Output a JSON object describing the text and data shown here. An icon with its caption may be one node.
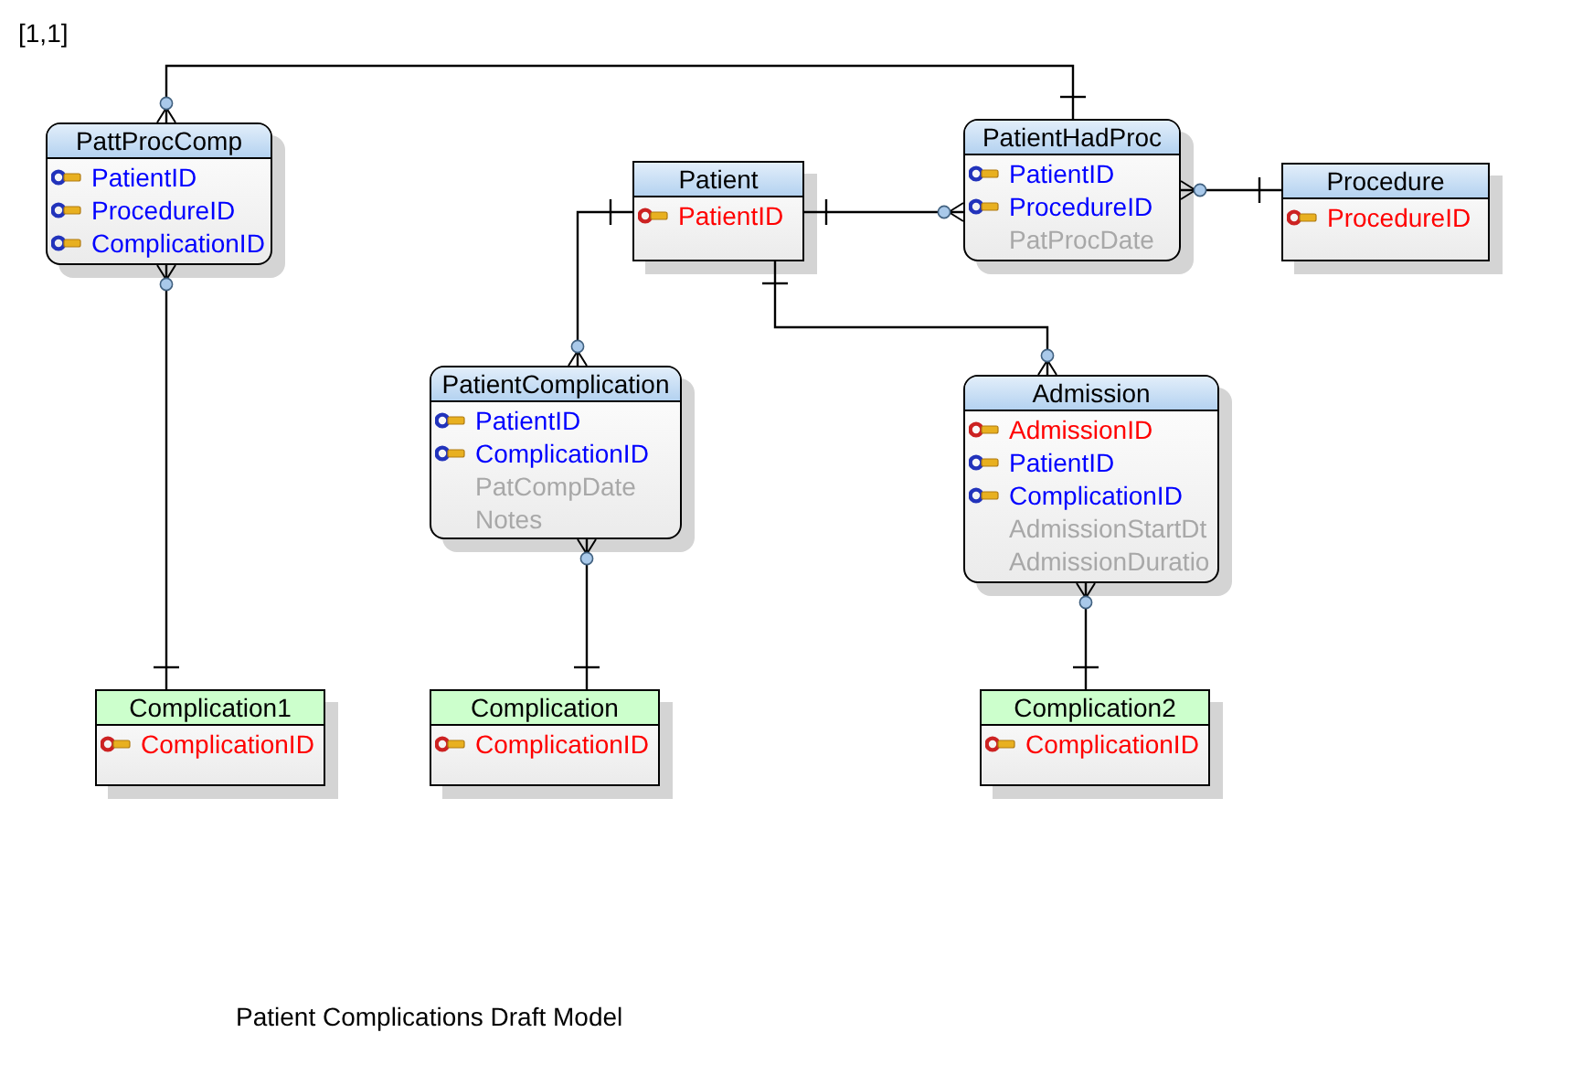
{
  "diagram": {
    "caption": "Patient Complications Draft Model",
    "nodes": [
      {
        "text": [
          "PattProcComp",
          "PatientID",
          "ProcedureID",
          "ComplicationID"
        ]
      },
      {
        "text": [
          "Patient",
          "PatientID"
        ]
      },
      {
        "text": [
          "PatientHadProc",
          "PatientID",
          "ProcedureID",
          "PatProcDate"
        ]
      },
      {
        "text": [
          "Procedure",
          "ProcedureID"
        ]
      },
      {
        "text": [
          "PatientComplication",
          "PatientID",
          "ComplicationID",
          "PatCompDate",
          "Notes"
        ]
      },
      {
        "text": [
          "Admission",
          "AdmissionID",
          "PatientID",
          "ComplicationID",
          "AdmissionStartDt",
          "AdmissionDuratio"
        ]
      },
      {
        "text": [
          "Complication1",
          "ComplicationID"
        ]
      },
      {
        "text": [
          "Complication",
          "ComplicationID"
        ]
      },
      {
        "text": [
          "Complication2",
          "ComplicationID"
        ]
      }
    ],
    "edges": [
      {
        "from": 2,
        "to": 0,
        "arrow": "other"
      },
      {
        "from": 1,
        "to": 2,
        "arrow": "other"
      },
      {
        "from": 3,
        "to": 2,
        "arrow": "other"
      },
      {
        "from": 1,
        "to": 4,
        "arrow": "other"
      },
      {
        "from": 1,
        "to": 5,
        "arrow": "other"
      },
      {
        "from": 6,
        "to": 0,
        "arrow": "other"
      },
      {
        "from": 7,
        "to": 4,
        "arrow": "other"
      },
      {
        "from": 8,
        "to": 5,
        "arrow": "other"
      }
    ],
    "labels": [
      "[1,1]"
    ]
  }
}
